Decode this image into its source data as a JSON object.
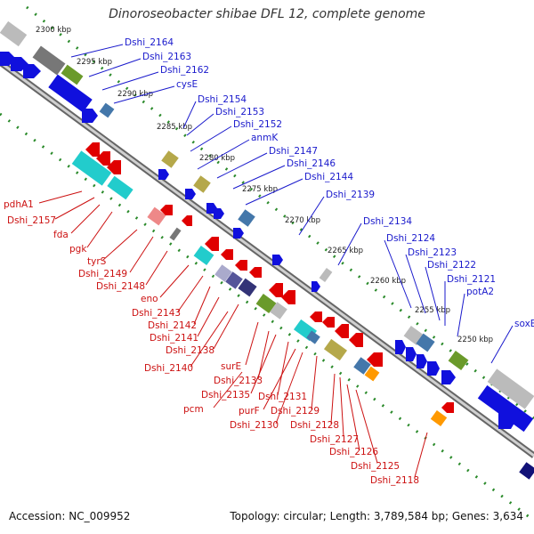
{
  "title": "Dinoroseobacter shibae DFL 12, complete genome",
  "footer": {
    "accession": "Accession: NC_009952",
    "summary": "Topology: circular; Length: 3,789,584 bp; Genes: 3,634"
  },
  "scale_labels": [
    "2300 kbp",
    "2295 kbp",
    "2290 kbp",
    "2285 kbp",
    "2280 kbp",
    "2275 kbp",
    "2270 kbp",
    "2265 kbp",
    "2260 kbp",
    "2255 kbp",
    "2250 kbp"
  ],
  "upper_labels": [
    "Dshi_2164",
    "Dshi_2163",
    "Dshi_2162",
    "cysE",
    "Dshi_2154",
    "Dshi_2153",
    "Dshi_2152",
    "anmK",
    "Dshi_2147",
    "Dshi_2146",
    "Dshi_2144",
    "Dshi_2139",
    "Dshi_2134",
    "Dshi_2124",
    "Dshi_2123",
    "Dshi_2122",
    "Dshi_2121",
    "potA2",
    "soxB"
  ],
  "lower_labels": [
    "pdhA1",
    "Dshi_2157",
    "fda",
    "pgk",
    "tyrS",
    "Dshi_2149",
    "Dshi_2148",
    "eno",
    "Dshi_2143",
    "Dshi_2142",
    "Dshi_2141",
    "Dshi_2138",
    "Dshi_2140",
    "surE",
    "Dshi_2133",
    "Dshi_2135",
    "pcm",
    "Dshi_2131",
    "purF",
    "Dshi_2130",
    "Dshi_2129",
    "Dshi_2128",
    "Dshi_2127",
    "Dshi_2126",
    "Dshi_2125",
    "Dshi_2118"
  ],
  "colors": {
    "forward": "#1010dd",
    "reverse": "#e00000",
    "backbone": "#888888",
    "ticks": "#2a8a2a",
    "label_up": "#1a1acc",
    "label_dn": "#cc1111"
  }
}
